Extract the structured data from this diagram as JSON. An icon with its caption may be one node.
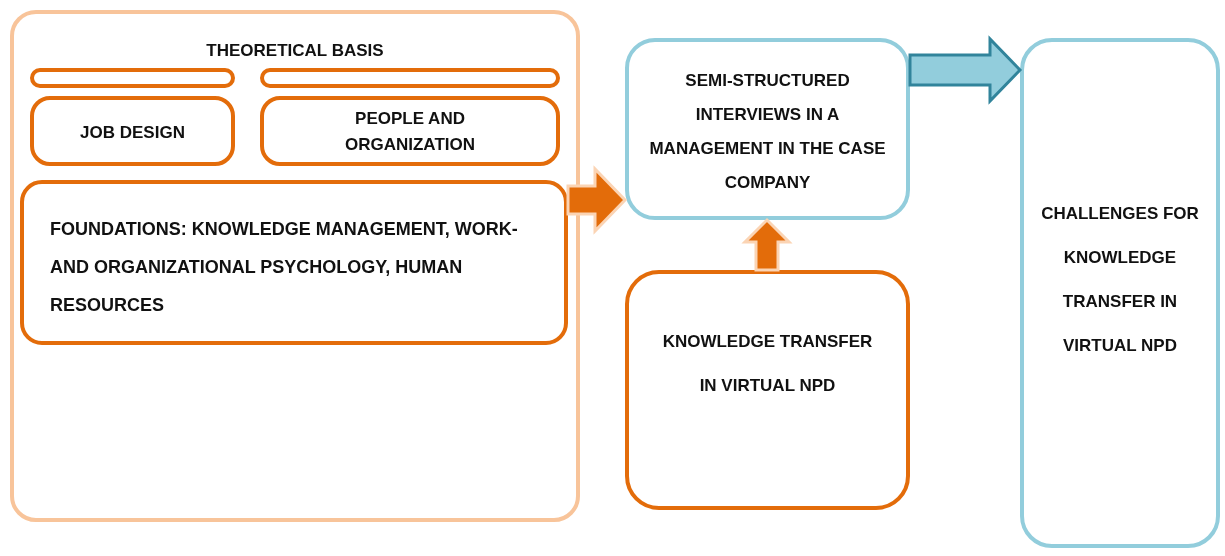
{
  "diagram": {
    "nodes": [
      {
        "text": [
          "THEORETICAL BASIS"
        ]
      },
      {
        "text": [],
        "shape": "box",
        "in": 0
      },
      {
        "text": [
          "JOB DESIGN"
        ],
        "in": 0
      },
      {
        "text": [],
        "shape": "box",
        "in": 0
      },
      {
        "text": [
          "PEOPLE AND ORGANIZATION"
        ],
        "in": 0
      },
      {
        "text": [
          "FOUNDATIONS: KNOWLEDGE MANAGEMENT, WORK- AND ORGANIZATIONAL PSYCHOLOGY, HUMAN RESOURCES"
        ],
        "in": 0
      },
      {
        "text": [
          "KNOWLEDGE TRANSFER IN VIRTUAL NPD"
        ]
      },
      {
        "text": [
          "SEMI-STRUCTURED INTERVIEWS IN A MANAGEMENT IN THE CASE COMPANY"
        ]
      },
      {
        "text": [
          "CHALLENGES FOR KNOWLEDGE TRANSFER IN VIRTUAL NPD"
        ]
      }
    ],
    "edges": [
      {
        "from": 5,
        "to": 7,
        "arrow": "to"
      },
      {
        "from": 6,
        "to": 7,
        "arrow": "to"
      },
      {
        "from": 7,
        "to": 8,
        "arrow": "to",
        "color": "#92cddc"
      }
    ]
  }
}
